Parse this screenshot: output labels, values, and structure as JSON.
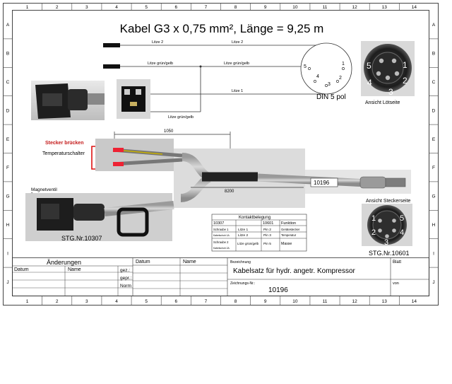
{
  "frame": {
    "col_labels": [
      "1",
      "2",
      "3",
      "4",
      "5",
      "6",
      "7",
      "8",
      "9",
      "10",
      "11",
      "12",
      "13",
      "14"
    ],
    "row_labels": [
      "A",
      "B",
      "C",
      "D",
      "E",
      "F",
      "G",
      "H",
      "I",
      "J"
    ]
  },
  "title": "Kabel G3 x 0,75 mm², Länge = 9,25 m",
  "wires": {
    "litze2": "Litze 2",
    "litze2_right": "Litze 2",
    "gruengelb": "Litze grün/gelb",
    "gruengelb_right": "Litze grün/gelb",
    "litze1": "Litze 1",
    "gruengelb_bottom": "Litze grün/gelb"
  },
  "din": {
    "label": "DIN 5 pol",
    "pins": [
      "1",
      "2",
      "3",
      "4",
      "5"
    ]
  },
  "solder_side": {
    "label": "Ansicht Lötseite",
    "pins": [
      "1",
      "2",
      "3",
      "4",
      "5"
    ]
  },
  "harness": {
    "bridge_label": "Stecker brücken",
    "temp_switch": "Temperaturschalter",
    "magnet_valve": "Magnetventil",
    "stg_left": "STG.Nr.10307",
    "dim_1050": "1050",
    "dim_8200": "8200",
    "cable_no": "10196"
  },
  "plug_side": {
    "label": "Ansicht Steckerseite",
    "stg_right": "STG.Nr.10601",
    "pins": [
      "1",
      "2",
      "3",
      "4",
      "5"
    ]
  },
  "contact_table": {
    "title": "Kontaktbelegung",
    "header": [
      "10307",
      "",
      "10601",
      "Funktion"
    ],
    "rows": [
      [
        "Schraube 1",
        "Litze 1",
        "Pin 2",
        "Gerätestecker"
      ],
      [
        "Kabelschuh 1A",
        "Litze 2",
        "Pin 3",
        "Temperatur"
      ],
      [
        "Schraube 2",
        "Litze grün/gelb",
        "Pin 5",
        "Masse"
      ],
      [
        "Kabelschuh 2A",
        "",
        "",
        ""
      ]
    ]
  },
  "title_block": {
    "changes": "Änderungen",
    "datum": "Datum",
    "name": "Name",
    "datum2": "Datum",
    "name2": "Name",
    "gez": "gez.:",
    "gepr": "gepr.:",
    "norm": "Norm",
    "bezeichnung_label": "Bezeichnung",
    "bezeichnung": "Kabelsatz für hydr. angetr. Kompressor",
    "zeichnungs_label": "Zeichnungs-Nr.:",
    "zeichnungs_nr": "10196",
    "blatt": "Blatt",
    "von": "von"
  }
}
